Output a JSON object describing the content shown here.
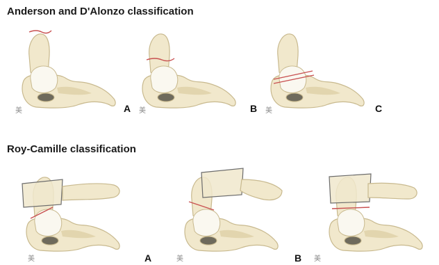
{
  "sections": [
    {
      "title": "Anderson and D'Alonzo classification",
      "panels": [
        {
          "letter": "A",
          "logo": "美"
        },
        {
          "letter": "B",
          "logo": "美"
        },
        {
          "letter": "C",
          "logo": "美"
        }
      ]
    },
    {
      "title": "Roy-Camille classification",
      "panels": [
        {
          "letter": "A",
          "logo": "美"
        },
        {
          "letter": "B",
          "logo": "美"
        },
        {
          "letter": "",
          "logo": "美"
        }
      ]
    }
  ],
  "colors": {
    "bone_fill": "#f1e8cc",
    "bone_stroke": "#c8b98e",
    "bone_shade": "#e2d5ae",
    "facet_fill": "#faf8f0",
    "fracture_line": "#c85050",
    "ring_outline": "#6b6b6b"
  }
}
